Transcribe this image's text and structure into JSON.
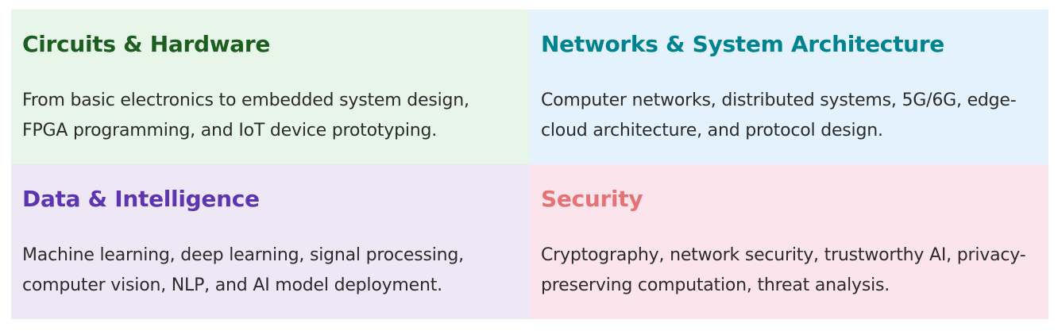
{
  "cards": [
    {
      "title": "Circuits & Hardware",
      "description": "From basic electronics to embedded system design, FPGA programming, and IoT device prototyping.",
      "background": "#e8f5e9",
      "title_color": "#1b5e20"
    },
    {
      "title": "Networks & System Architecture",
      "description": "Computer networks, distributed systems, 5G/6G, edge-cloud architecture, and protocol design.",
      "background": "#e3f2fd",
      "title_color": "#00838f"
    },
    {
      "title": "Data & Intelligence",
      "description": "Machine learning, deep learning, signal processing, computer vision, NLP, and AI model deployment.",
      "background": "#ede7f6",
      "title_color": "#5e35b1"
    },
    {
      "title": "Security",
      "description": "Cryptography, network security, trustworthy AI, privacy-preserving computation, threat analysis.",
      "background": "#fce4ec",
      "title_color": "#e57373"
    }
  ]
}
